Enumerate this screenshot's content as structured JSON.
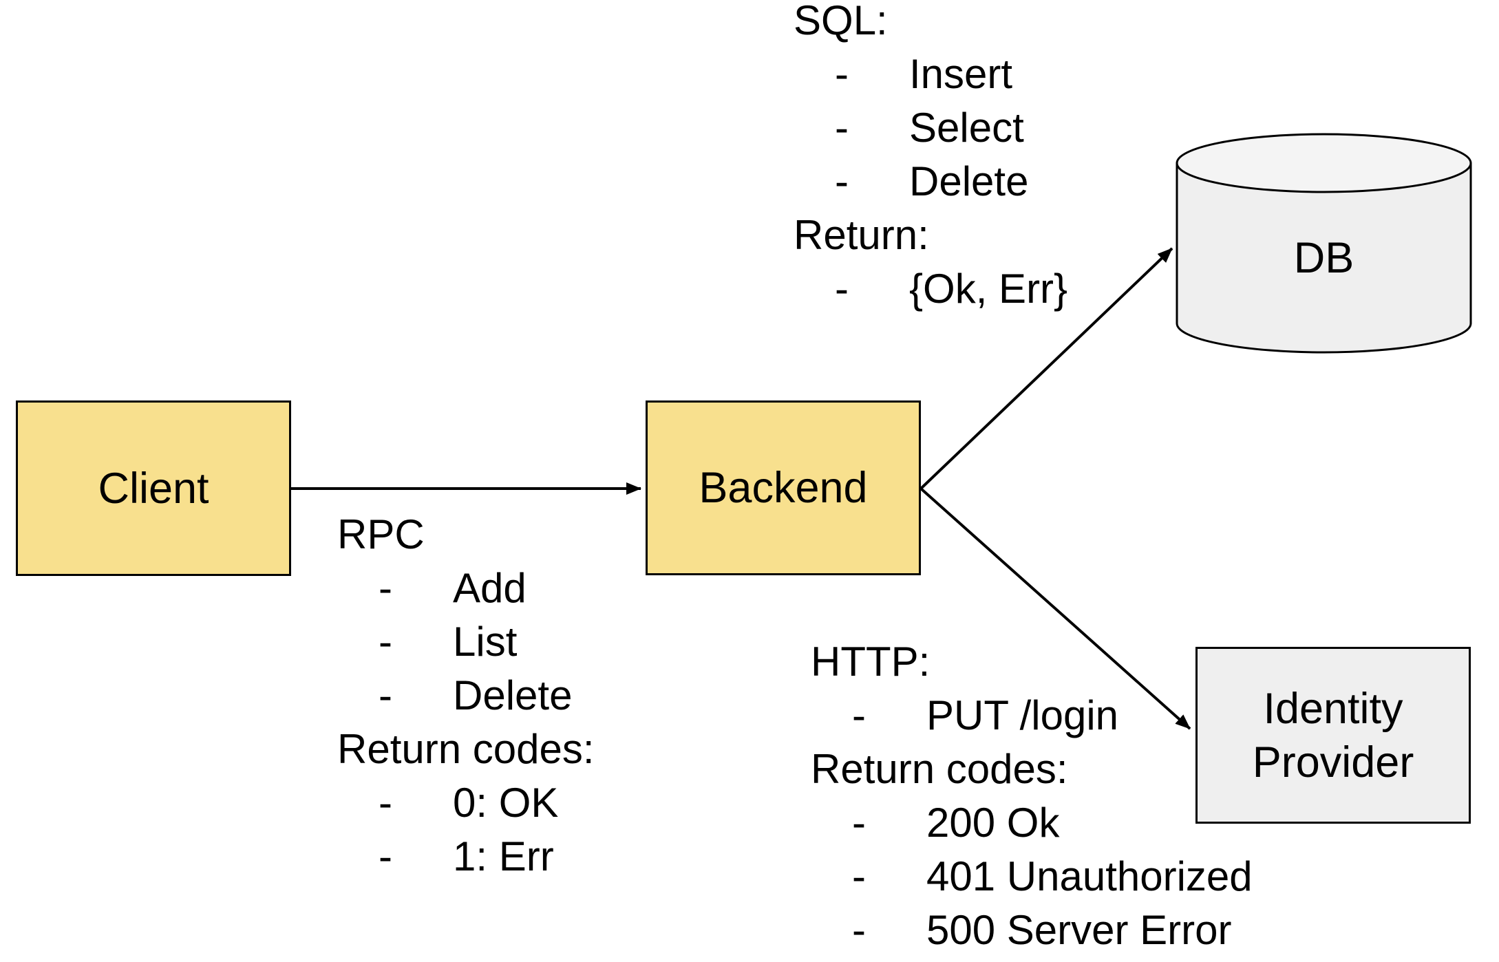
{
  "bullet_char": "-",
  "colors": {
    "node_fill_yellow": "#F8E08E",
    "node_fill_gray": "#EFEFEF",
    "cylinder_top_fill": "#F4F4F4",
    "stroke": "#000000",
    "background": "#FFFFFF"
  },
  "nodes": {
    "client": {
      "label": "Client"
    },
    "backend": {
      "label": "Backend"
    },
    "db": {
      "label": "DB"
    },
    "identity_provider": {
      "label": "Identity Provider"
    }
  },
  "edges": {
    "client_to_backend": {
      "from": "Client",
      "to": "Backend"
    },
    "backend_to_db": {
      "from": "Backend",
      "to": "DB"
    },
    "backend_to_identity_provider": {
      "from": "Backend",
      "to": "Identity Provider"
    }
  },
  "annotations": {
    "rpc": {
      "header1": "RPC",
      "items1": [
        "Add",
        "List",
        "Delete"
      ],
      "header2": "Return codes:",
      "items2": [
        "0: OK",
        "1: Err"
      ]
    },
    "sql": {
      "header1": "SQL:",
      "items1": [
        "Insert",
        "Select",
        "Delete"
      ],
      "header2": "Return:",
      "items2": [
        "{Ok, Err}"
      ]
    },
    "http": {
      "header1": "HTTP:",
      "items1": [
        "PUT /login"
      ],
      "header2": "Return codes:",
      "items2": [
        "200 Ok",
        "401 Unauthorized",
        "500 Server Error"
      ]
    }
  }
}
